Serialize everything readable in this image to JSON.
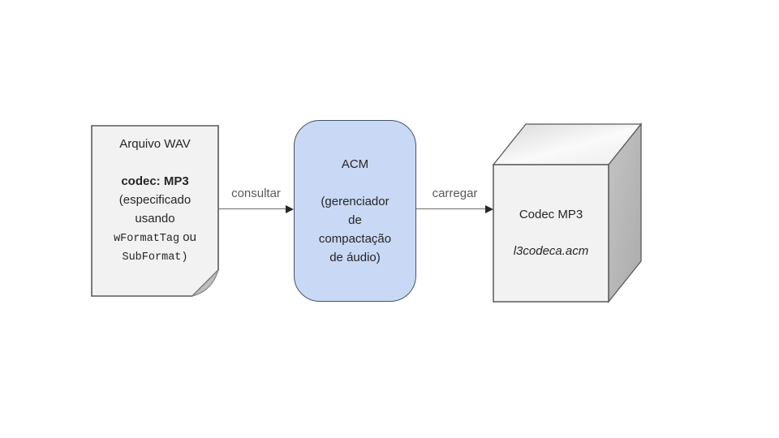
{
  "diagram": {
    "wav_file": {
      "title": "Arquivo WAV",
      "codec": "codec: MP3",
      "spec_line1": "(especificado",
      "spec_line2": "usando",
      "code_token1": "wFormatTag",
      "connector": "ou",
      "code_token2": "SubFormat)"
    },
    "consult_arrow": {
      "label": "consultar"
    },
    "acm": {
      "title": "ACM",
      "desc_line1": "(gerenciador",
      "desc_line2": "de",
      "desc_line3": "compactação",
      "desc_line4": "de áudio)"
    },
    "load_arrow": {
      "label": "carregar"
    },
    "codec_box": {
      "title": "Codec MP3",
      "filename": "l3codeca.acm"
    },
    "colors": {
      "document_fill": "#f2f2f2",
      "document_border": "#595959",
      "fold_fill": "#bfbfbf",
      "acm_fill": "#c9d8f4",
      "acm_border": "#44546a",
      "cube_front": "#f2f2f2",
      "cube_top_light": "#fafafa",
      "cube_top_dark": "#d9d9d9",
      "cube_side": "#b3b3b3",
      "arrow_line": "#6e6e6e",
      "arrow_head": "#262626",
      "label_text": "#595959",
      "body_text": "#262626",
      "background": "#ffffff"
    }
  }
}
